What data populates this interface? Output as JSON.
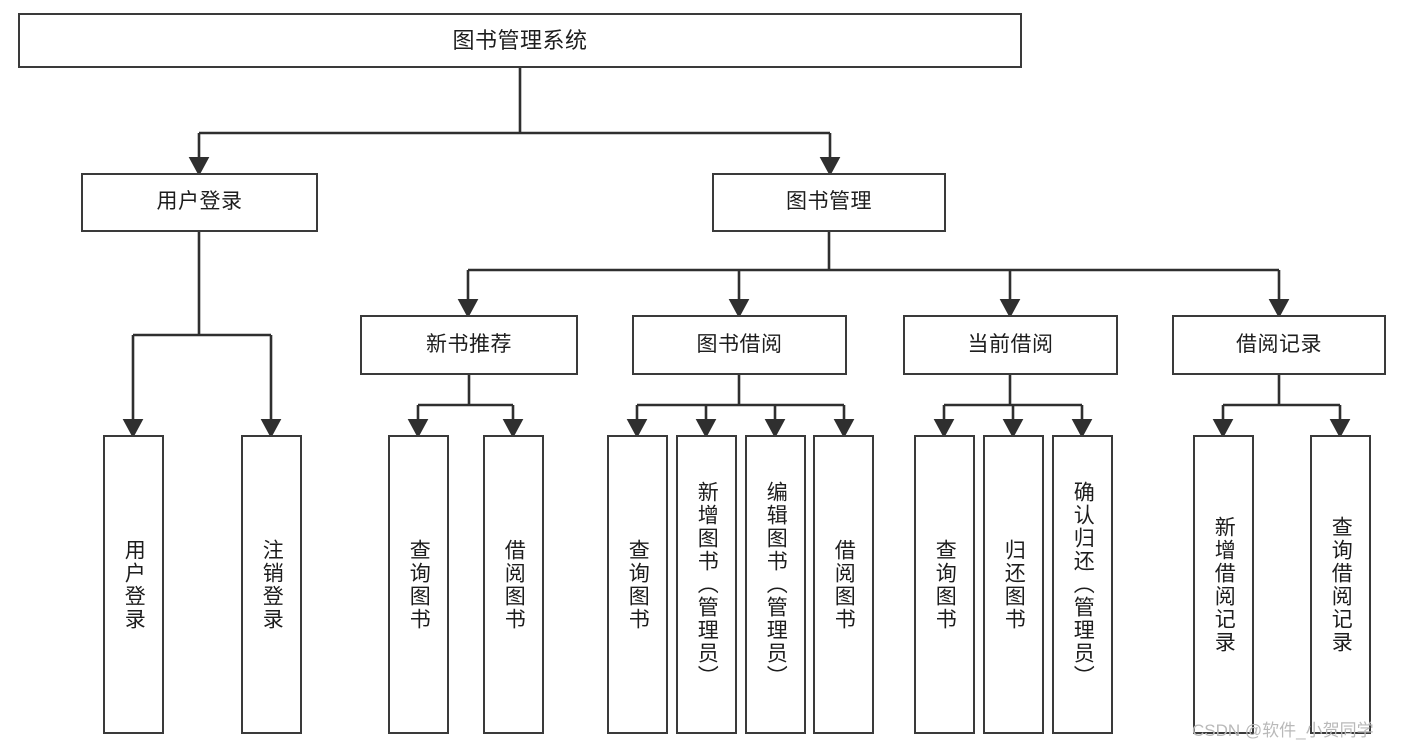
{
  "diagram": {
    "title": "图书管理系统",
    "type": "functional-structure-tree",
    "root": {
      "label": "图书管理系统"
    },
    "level1": [
      {
        "label": "用户登录"
      },
      {
        "label": "图书管理"
      }
    ],
    "level2": [
      {
        "label": "新书推荐"
      },
      {
        "label": "图书借阅"
      },
      {
        "label": "当前借阅"
      },
      {
        "label": "借阅记录"
      }
    ],
    "leaves": {
      "user_login": [
        {
          "label": "用户登录"
        },
        {
          "label": "注销登录"
        }
      ],
      "new_book_recommend": [
        {
          "label": "查询图书"
        },
        {
          "label": "借阅图书"
        }
      ],
      "book_borrow": [
        {
          "label": "查询图书"
        },
        {
          "label": "新增图书（管理员）"
        },
        {
          "label": "编辑图书（管理员）"
        },
        {
          "label": "借阅图书"
        }
      ],
      "current_borrow": [
        {
          "label": "查询图书"
        },
        {
          "label": "归还图书"
        },
        {
          "label": "确认归还（管理员）"
        }
      ],
      "borrow_record": [
        {
          "label": "新增借阅记录"
        },
        {
          "label": "查询借阅记录"
        }
      ]
    }
  },
  "watermark": {
    "text": "CSDN @软件_小贺同学"
  },
  "colors": {
    "background": "#ffffff",
    "box_border": "#3a3a3a",
    "box_fill": "#ffffff",
    "text": "#1d1d1d",
    "connector": "#2f2f2f",
    "watermark": "#b9b9b9"
  }
}
